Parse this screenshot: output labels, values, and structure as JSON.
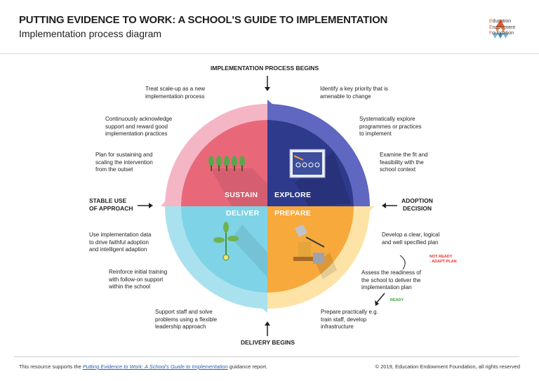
{
  "header": {
    "title": "PUTTING EVIDENCE TO WORK: A SCHOOL'S GUIDE TO IMPLEMENTATION",
    "subtitle": "Implementation process diagram"
  },
  "logo": {
    "line1": "Education",
    "line2": "Endowment",
    "line3": "Foundation"
  },
  "diagram": {
    "top_label": "IMPLEMENTATION PROCESS BEGINS",
    "bottom_label": "DELIVERY BEGINS",
    "left_label": "STABLE USE\nOF APPROACH",
    "right_label": "ADOPTION\nDECISION",
    "quadrants": {
      "sustain": "SUSTAIN",
      "explore": "EXPLORE",
      "deliver": "DELIVER",
      "prepare": "PREPARE"
    },
    "colors": {
      "sustain": "#e8687a",
      "explore": "#2e3a8c",
      "deliver": "#7fd3e6",
      "prepare": "#f7a93c",
      "ring_sustain": "#f4b6c4",
      "ring_explore": "#5f67c0",
      "ring_deliver": "#a9e1ee",
      "ring_prepare": "#fde3a6"
    },
    "steps": {
      "s1": "Treat scale-up as a new\nimplementation process",
      "s2": "Continuously acknowledge\nsupport and reward good\nimplementation practices",
      "s3": "Plan for sustaining and\nscaling the intervention\nfrom the outset",
      "e1": "Identify a key priority that is\namenable to change",
      "e2": "Systematically explore\nprogrammes or practices\nto implement",
      "e3": "Examine the fit and\nfeasibility with the\nschool context",
      "p1": "Develop a clear, logical\nand well specified plan",
      "p2": "Assess the readiness of\nthe school to deliver the\nimplementation plan",
      "p3": "Prepare practically e.g.\ntrain staff, develop\ninfrastructure",
      "d1": "Use implementation data\nto drive faithful adoption\nand intelligent adaption",
      "d2": "Reinforce initial training\nwith follow-on support\nwithin the school",
      "d3": "Support staff and solve\nproblems using a flexible\nleadership approach"
    },
    "not_ready": "NOT READY\n- ADAPT PLAN",
    "ready": "READY"
  },
  "footer": {
    "text_before": "This resource supports the ",
    "link": "Putting Evidence to Work: A School's Guide to Implementation",
    "text_after": " guidance report.",
    "copyright": "© 2019, Education Endowment Foundation, all rights reserved"
  }
}
